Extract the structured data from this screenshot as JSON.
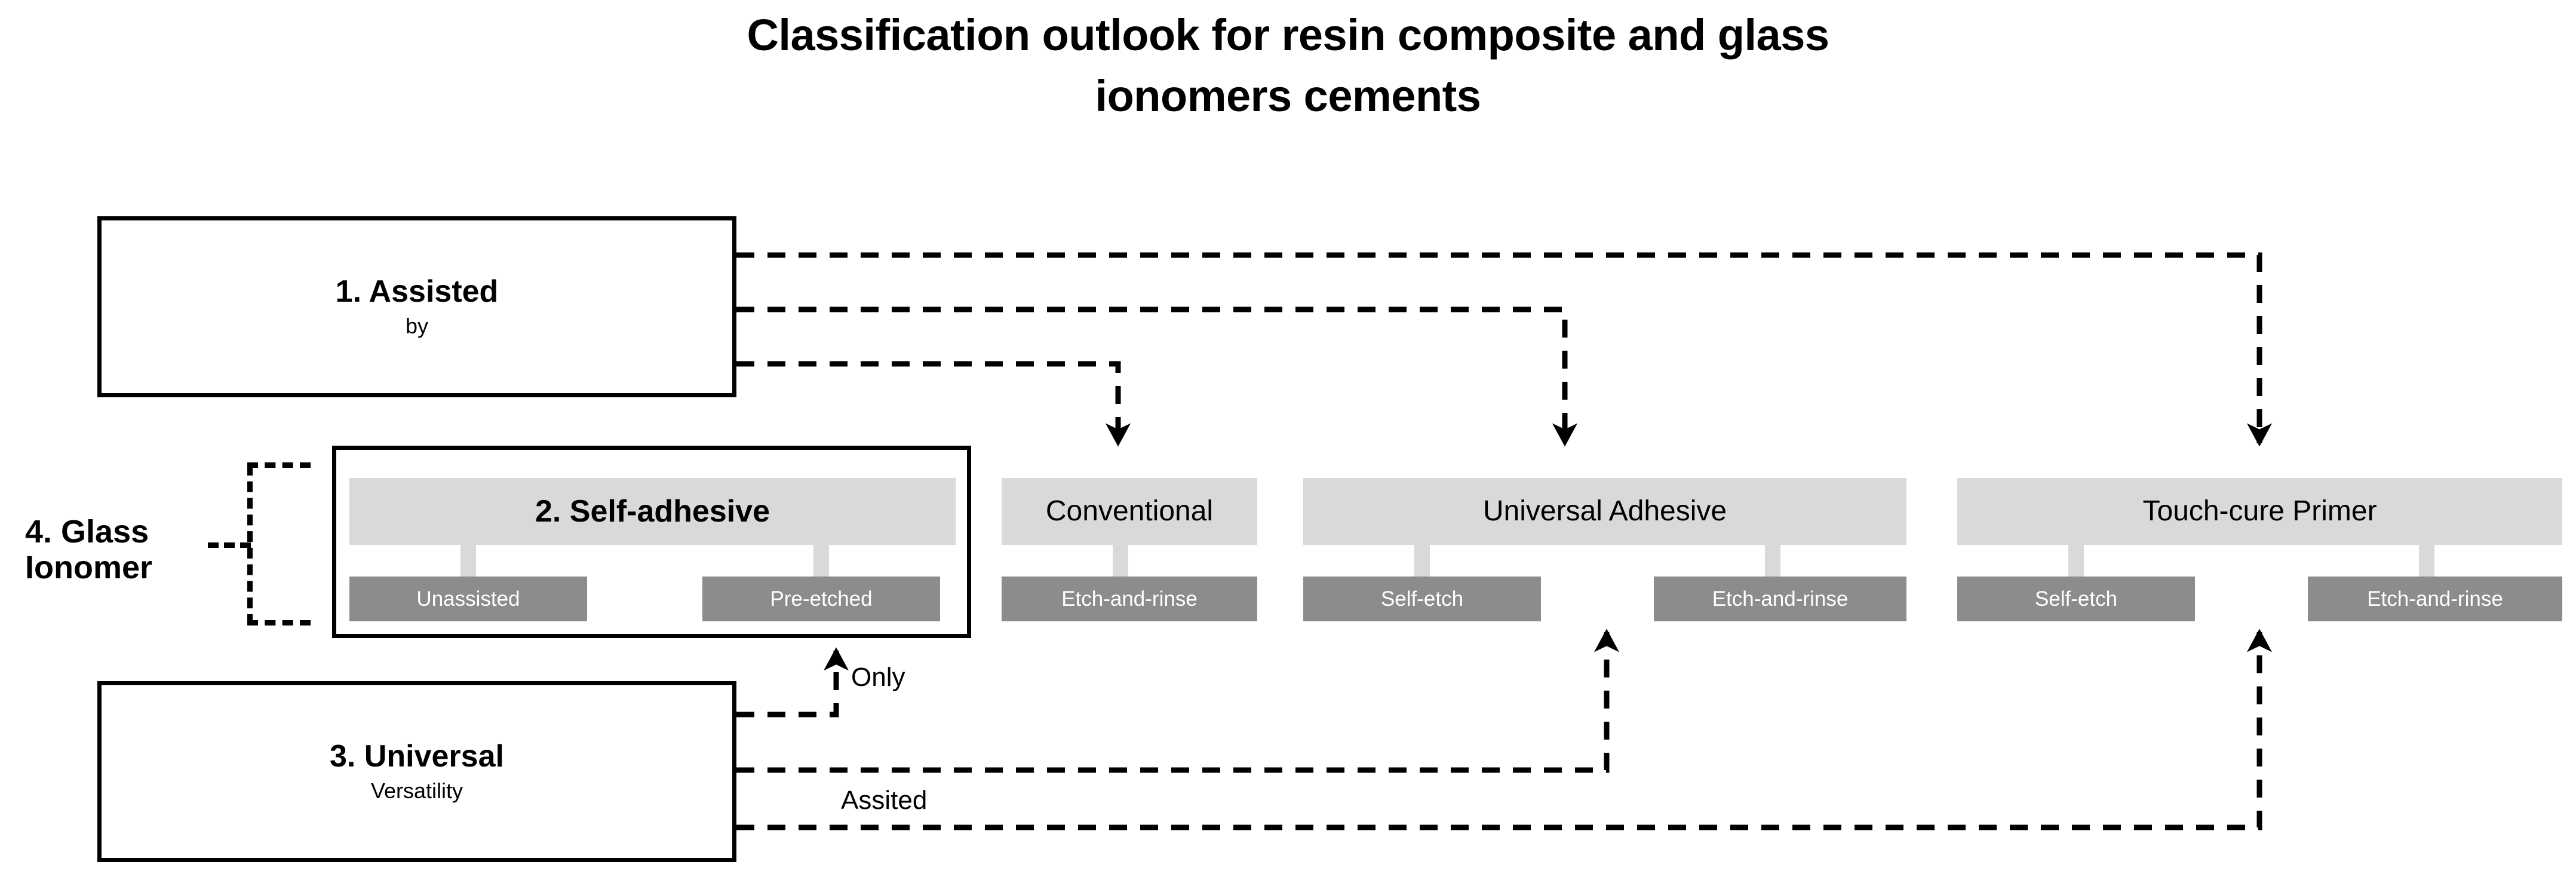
{
  "title": {
    "line1": "Classification outlook for resin composite and glass",
    "line2": "ionomers cements"
  },
  "colors": {
    "group_header_bg": "#d9d9d9",
    "group_child_bg": "#8c8c8c",
    "child_text": "#ffffff",
    "outline": "#000000",
    "page_bg": "#ffffff"
  },
  "boxes": {
    "assisted": {
      "title": "1. Assisted",
      "subtitle": "by"
    },
    "universal": {
      "title": "3. Universal",
      "subtitle": "Versatility"
    },
    "glass_ionomer": {
      "line1": "4. Glass",
      "line2": "Ionomer"
    }
  },
  "groups": [
    {
      "key": "self_adhesive",
      "header": "2. Self-adhesive",
      "children": [
        "Unassisted",
        "Pre-etched"
      ]
    },
    {
      "key": "conventional",
      "header": "Conventional",
      "children": [
        "Etch-and-rinse"
      ]
    },
    {
      "key": "universal_adhesive",
      "header": "Universal Adhesive",
      "children": [
        "Self-etch",
        "Etch-and-rinse"
      ]
    },
    {
      "key": "touch_cure_primer",
      "header": "Touch-cure Primer",
      "children": [
        "Self-etch",
        "Etch-and-rinse"
      ]
    }
  ],
  "edge_labels": {
    "only": "Only",
    "assited": "Assited"
  }
}
